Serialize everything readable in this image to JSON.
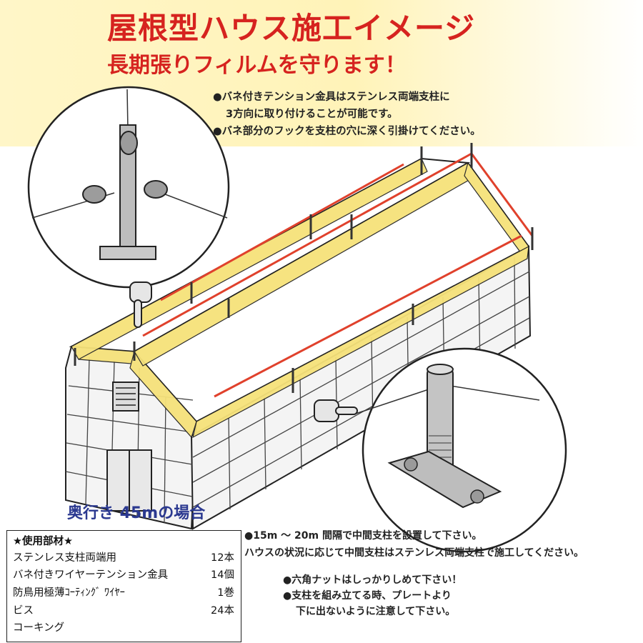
{
  "title": "屋根型ハウス施工イメージ",
  "subtitle": "長期張りフィルムを守ります！",
  "notes_top": [
    "●バネ付きテンション金具はステンレス両端支柱に",
    "3方向に取り付けることが可能です。",
    "●バネ部分のフックを支柱の穴に深く引掛けてください。"
  ],
  "depth_label": "奥行き 45mの場合",
  "parts": {
    "title": "★使用部材★",
    "items": [
      {
        "name": "ステンレス支柱両端用",
        "qty": "12本"
      },
      {
        "name": "バネ付きワイヤーテンション金具",
        "qty": "14個"
      },
      {
        "name": "防鳥用極薄ｺｰﾃｨﾝｸﾞ ﾜｲﾔｰ",
        "qty": "1巻"
      },
      {
        "name": "ビス",
        "qty": "24本"
      },
      {
        "name": "コーキング",
        "qty": ""
      }
    ]
  },
  "notes_bottom": [
    "●15m ～ 20m 間隔で中間支柱を設置して下さい。",
    "ハウスの状況に応じて中間支柱はステンレス両端支柱で施工してください。",
    "●六角ナットはしっかりしめて下さい！",
    "●支柱を組み立てる時、プレートより",
    "下に出ないように注意して下さい。"
  ],
  "colors": {
    "title": "#d6231f",
    "depth": "#2b3990",
    "film": "#f6e27a",
    "wire": "#e0412c",
    "banner": "#fff3b8"
  }
}
